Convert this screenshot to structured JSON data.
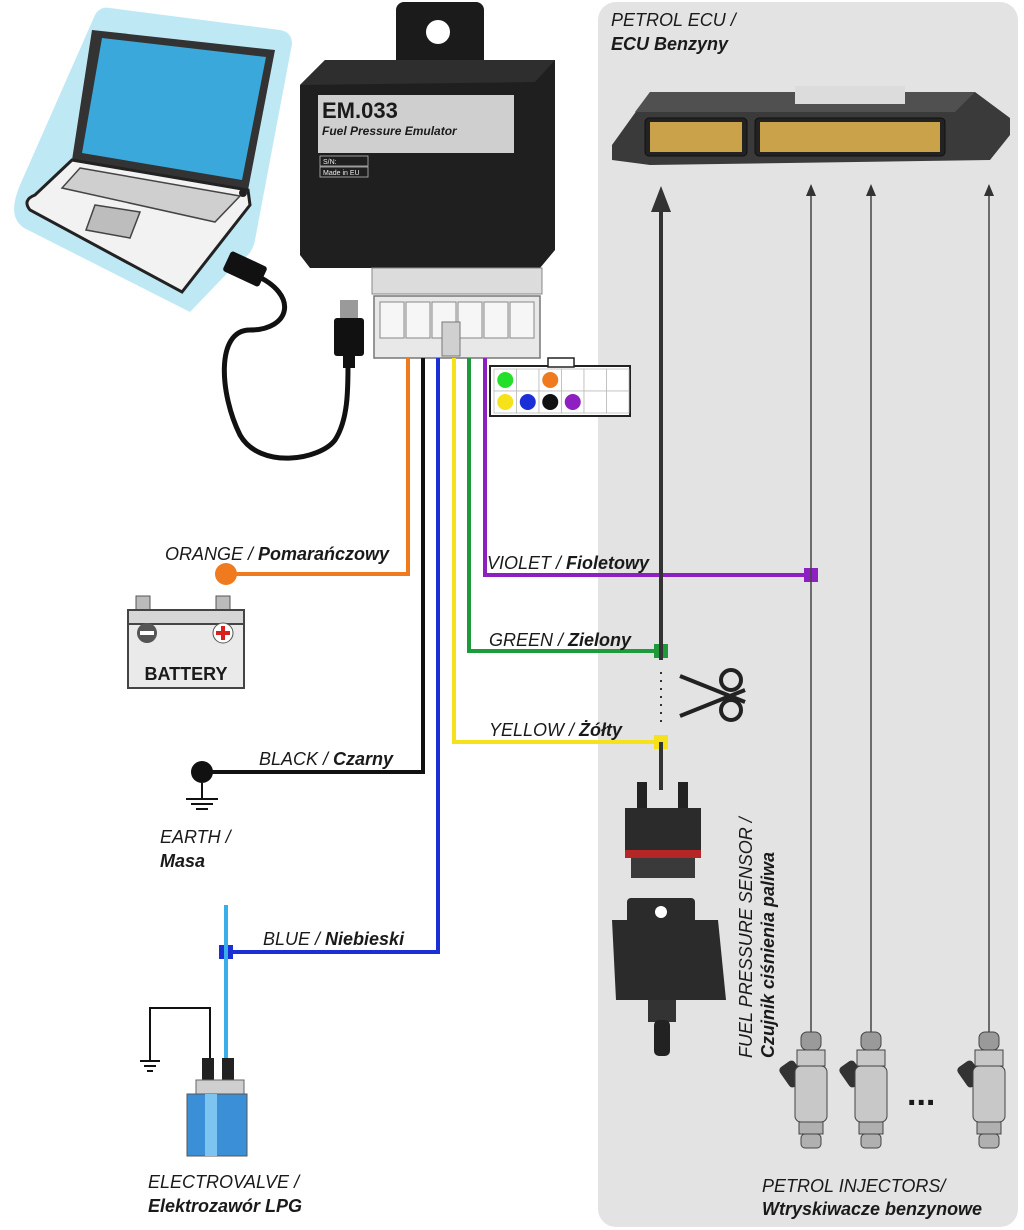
{
  "device": {
    "model": "EM.033",
    "subtitle": "Fuel Pressure Emulator",
    "sn_label": "S/N:",
    "made_in": "Made in EU"
  },
  "battery_label": "BATTERY",
  "petrol_ecu": {
    "line1": "PETROL ECU /",
    "line2": "ECU Benzyny"
  },
  "fuel_pressure_sensor": {
    "line1": "FUEL PRESSURE SENSOR /",
    "line2": "Czujnik ciśnienia paliwa"
  },
  "injectors": {
    "line1": "PETROL INJECTORS/",
    "line2": "Wtryskiwacze benzynowe",
    "ellipsis": "..."
  },
  "earth": {
    "line1": "EARTH /",
    "line2": "Masa"
  },
  "electrovalve": {
    "line1": "ELECTROVALVE /",
    "line2": "Elektrozawór LPG"
  },
  "wires": {
    "orange": {
      "en": "ORANGE / ",
      "pl": "Pomarańczowy",
      "color": "#f07a1e"
    },
    "black": {
      "en": "BLACK / ",
      "pl": "Czarny",
      "color": "#111111"
    },
    "blue": {
      "en": "BLUE / ",
      "pl": "Niebieski",
      "color": "#1a2fd6"
    },
    "violet": {
      "en": "VIOLET / ",
      "pl": "Fioletowy",
      "color": "#8e1fc0"
    },
    "green": {
      "en": "GREEN / ",
      "pl": "Zielony",
      "color": "#1f9a3a"
    },
    "yellow": {
      "en": "YELLOW / ",
      "pl": "Żółty",
      "color": "#f5e21a"
    }
  },
  "connector_pinout": {
    "row1": [
      "green",
      "empty",
      "orange",
      "empty",
      "empty",
      "empty"
    ],
    "row2": [
      "yellow",
      "blue",
      "black",
      "violet",
      "empty",
      "empty"
    ]
  }
}
